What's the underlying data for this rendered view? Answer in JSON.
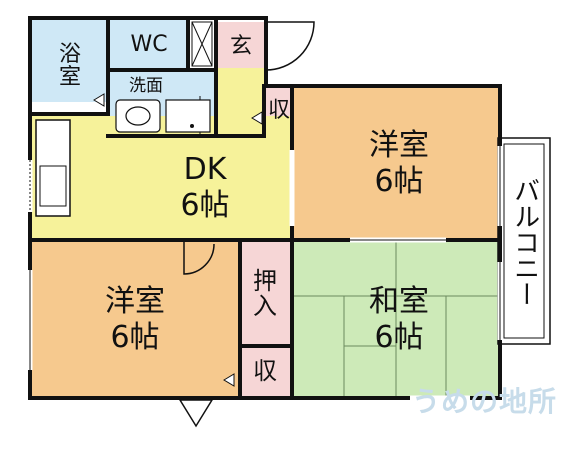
{
  "floorplan": {
    "rooms": {
      "bath": "浴\n室",
      "wc": "WC",
      "entrance": "玄",
      "washroom": "洗面",
      "storage_small_top": "収",
      "dk_name": "DK",
      "dk_size": "6帖",
      "western_top_name": "洋室",
      "western_top_size": "6帖",
      "western_left_name": "洋室",
      "western_left_size": "6帖",
      "japanese_name": "和室",
      "japanese_size": "6帖",
      "closet_oshiire": "押\n入",
      "storage_bottom": "収",
      "balcony": "バルコニー"
    },
    "colors": {
      "western": "#f6c98e",
      "dk": "#f6f29a",
      "japanese": "#cdeab8",
      "bath": "#cfe8f6",
      "closet": "#f6d6d6",
      "wall": "#111111"
    },
    "watermark": "うめの地所"
  }
}
